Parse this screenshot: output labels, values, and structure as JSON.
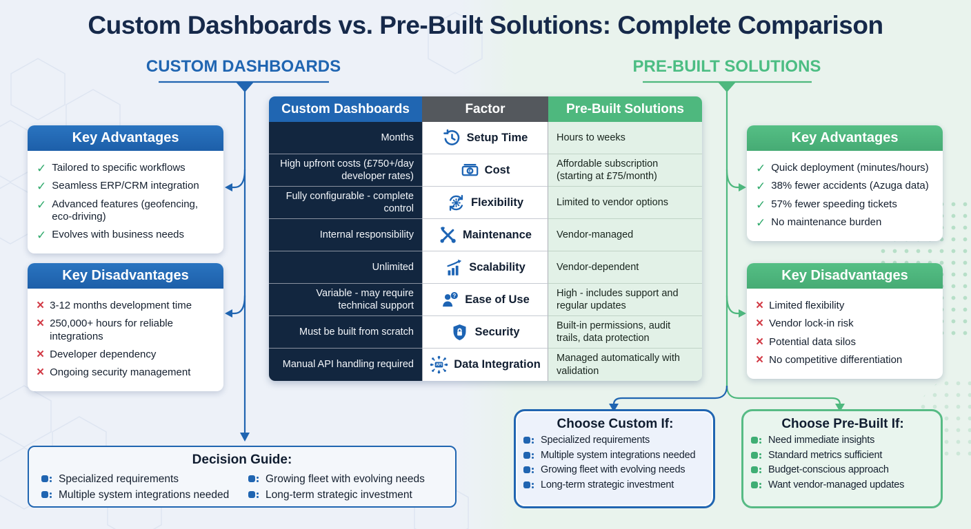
{
  "title": "Custom Dashboards vs. Pre-Built Solutions: Complete Comparison",
  "colors": {
    "blue_accent": "#2065b1",
    "green_accent": "#4eb87e",
    "navy_cell": "#12263f",
    "factor_header_gray": "#54585d",
    "check_green": "#2ea96a",
    "cross_red": "#d23c47"
  },
  "left_column": {
    "section_header": "CUSTOM DASHBOARDS",
    "advantages": {
      "title": "Key Advantages",
      "items": [
        "Tailored to specific workflows",
        "Seamless ERP/CRM integration",
        "Advanced features (geofencing, eco-driving)",
        "Evolves with business needs"
      ]
    },
    "disadvantages": {
      "title": "Key Disadvantages",
      "items": [
        "3-12 months development time",
        "250,000+ hours for reliable integrations",
        "Developer dependency",
        "Ongoing security management"
      ]
    }
  },
  "right_column": {
    "section_header": "PRE-BUILT SOLUTIONS",
    "advantages": {
      "title": "Key Advantages",
      "items": [
        "Quick deployment (minutes/hours)",
        "38% fewer accidents (Azuga data)",
        "57% fewer speeding tickets",
        "No maintenance burden"
      ]
    },
    "disadvantages": {
      "title": "Key Disadvantages",
      "items": [
        "Limited flexibility",
        "Vendor lock-in risk",
        "Potential data silos",
        "No competitive differentiation"
      ]
    }
  },
  "table": {
    "headers": {
      "custom": "Custom Dashboards",
      "factor": "Factor",
      "prebuilt": "Pre-Built Solutions"
    },
    "rows": [
      {
        "custom": "Months",
        "factor": "Setup Time",
        "icon": "history-clock-icon",
        "prebuilt": "Hours to weeks"
      },
      {
        "custom": "High upfront costs (£750+/day developer rates)",
        "factor": "Cost",
        "icon": "banknote-icon",
        "prebuilt": "Affordable subscription (starting at £75/month)"
      },
      {
        "custom": "Fully configurable - complete control",
        "factor": "Flexibility",
        "icon": "gear-sync-icon",
        "prebuilt": "Limited to vendor options"
      },
      {
        "custom": "Internal responsibility",
        "factor": "Maintenance",
        "icon": "wrench-icon",
        "prebuilt": "Vendor-managed"
      },
      {
        "custom": "Unlimited",
        "factor": "Scalability",
        "icon": "growth-chart-icon",
        "prebuilt": "Vendor-dependent"
      },
      {
        "custom": "Variable - may require technical support",
        "factor": "Ease of Use",
        "icon": "user-question-icon",
        "prebuilt": "High - includes support and regular updates"
      },
      {
        "custom": "Must be built from scratch",
        "factor": "Security",
        "icon": "shield-lock-icon",
        "prebuilt": "Built-in permissions, audit trails, data protection"
      },
      {
        "custom": "Manual API handling required",
        "factor": "Data Integration",
        "icon": "api-integration-icon",
        "prebuilt": "Managed automatically with validation"
      }
    ]
  },
  "decision_guide": {
    "title": "Decision Guide:",
    "columns": [
      [
        "Specialized requirements",
        "Multiple system integrations needed"
      ],
      [
        "Growing fleet with evolving needs",
        "Long-term strategic investment"
      ]
    ]
  },
  "choose_custom": {
    "title": "Choose Custom If:",
    "items": [
      "Specialized requirements",
      "Multiple system integrations needed",
      "Growing fleet with evolving needs",
      "Long-term strategic investment"
    ]
  },
  "choose_prebuilt": {
    "title": "Choose Pre-Built If:",
    "items": [
      "Need immediate insights",
      "Standard metrics sufficient",
      "Budget-conscious approach",
      "Want vendor-managed updates"
    ]
  }
}
